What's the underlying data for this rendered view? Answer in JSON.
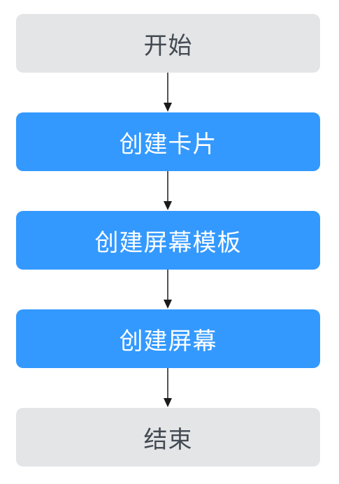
{
  "flowchart": {
    "nodes": [
      {
        "label": "开始",
        "kind": "terminal"
      },
      {
        "label": "创建卡片",
        "kind": "process"
      },
      {
        "label": "创建屏幕模板",
        "kind": "process"
      },
      {
        "label": "创建屏幕",
        "kind": "process"
      },
      {
        "label": "结束",
        "kind": "terminal"
      }
    ],
    "colors": {
      "terminal_fill": "#e3e5e7",
      "terminal_text": "#444a52",
      "process_fill": "#3399ff",
      "process_text": "#ffffff",
      "arrow": "#1a1a1a"
    }
  }
}
